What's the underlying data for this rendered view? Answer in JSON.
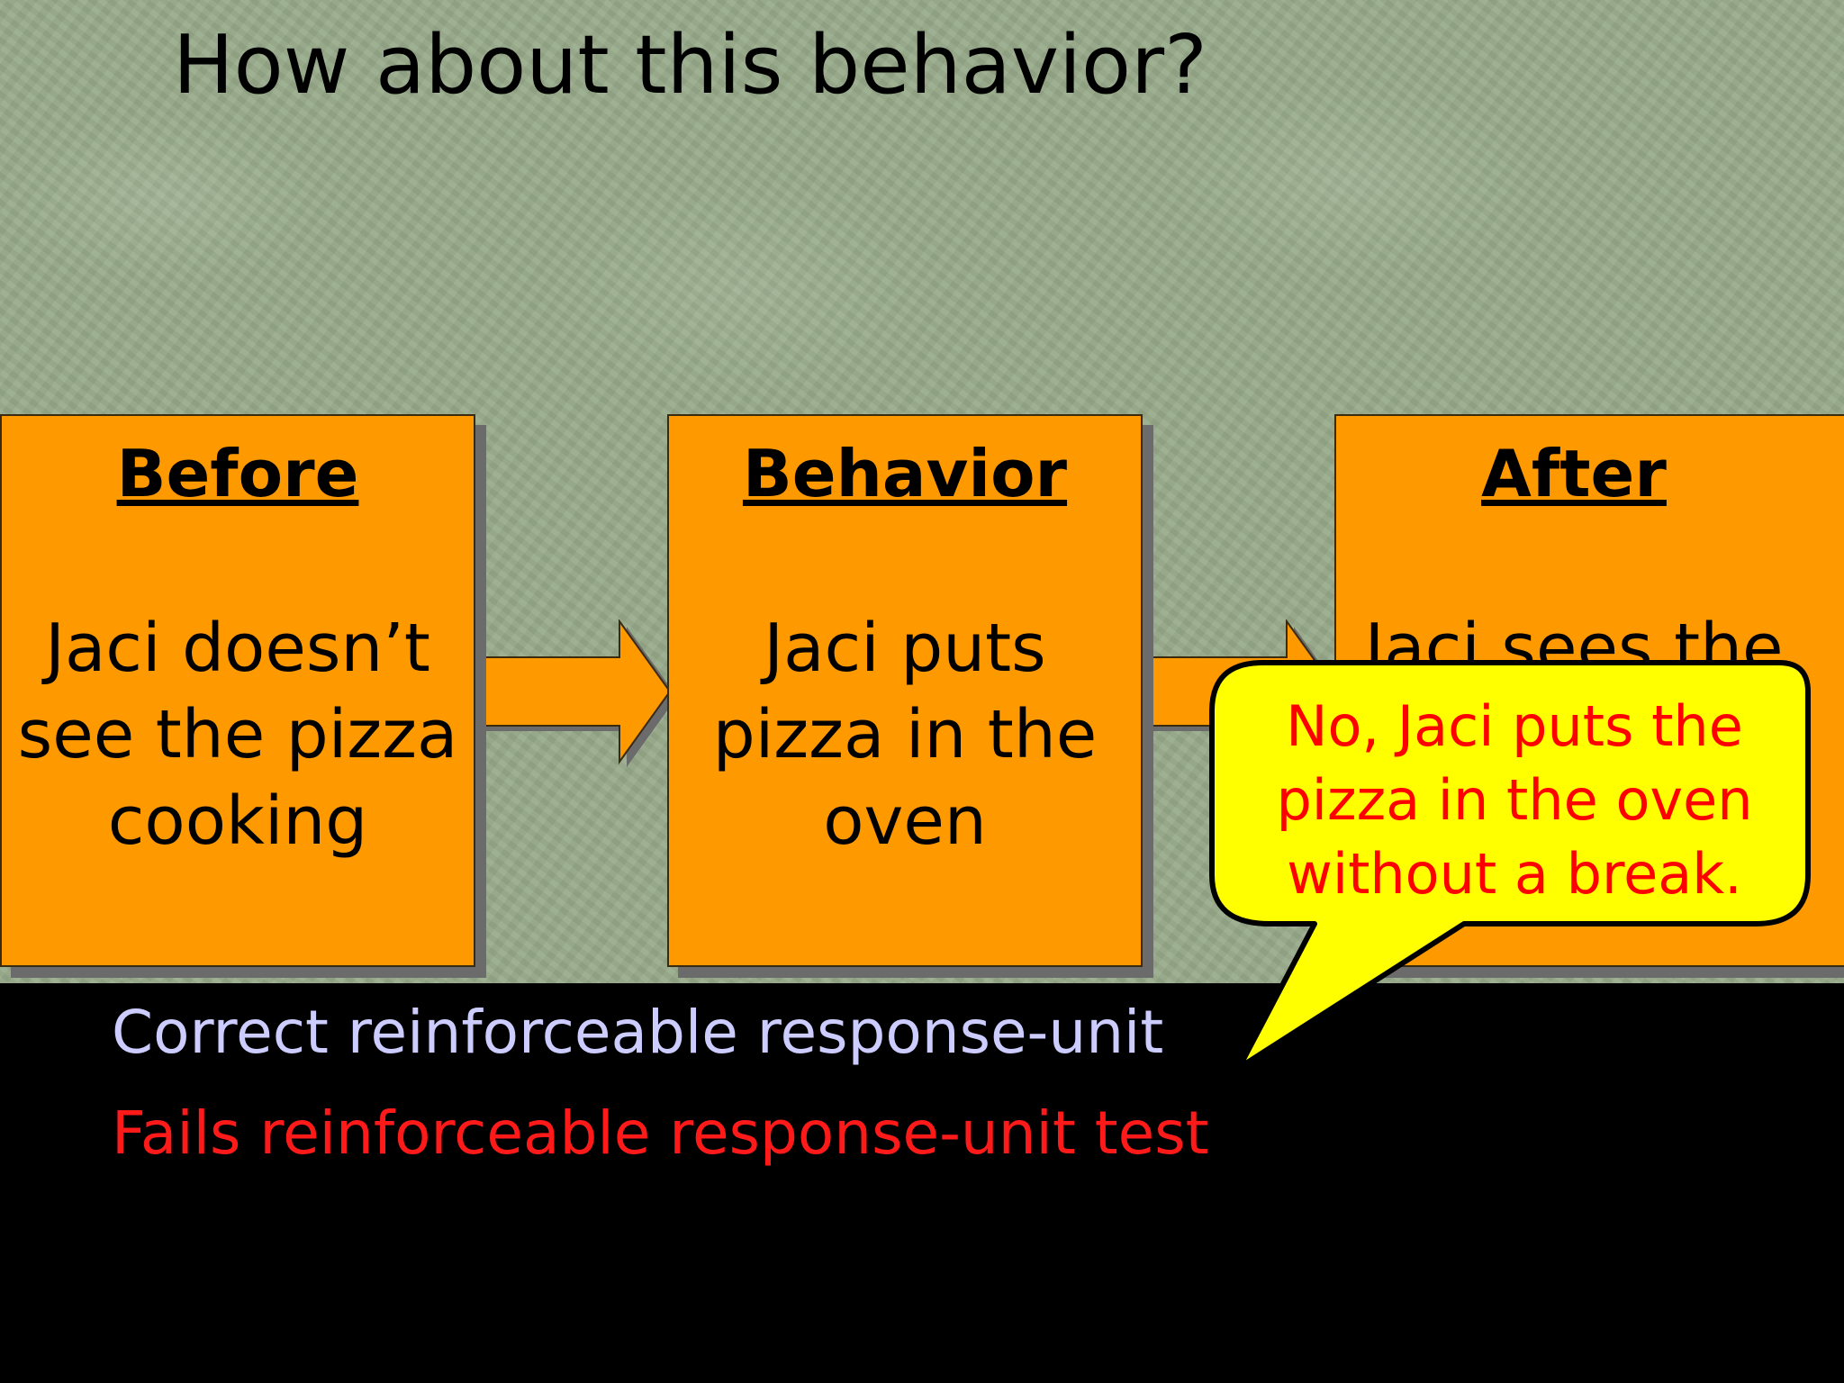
{
  "slide": {
    "title": "How about this behavior?",
    "colors": {
      "background": "#98ab8a",
      "box_fill": "#ff9900",
      "callout_fill": "#ffff00",
      "callout_text": "#ff0000",
      "legend_correct": "#ccccff",
      "legend_fails": "#ff1a1a"
    }
  },
  "diagram": {
    "before": {
      "heading": "Before",
      "text": "Jaci doesn’t see the pizza cooking"
    },
    "behavior": {
      "heading": "Behavior",
      "text": "Jaci puts pizza in the oven"
    },
    "after": {
      "heading": "After",
      "text": "Jaci sees the"
    },
    "callout": {
      "text": "No, Jaci puts the pizza in the oven without a break."
    }
  },
  "legend": {
    "correct": "Correct reinforceable response-unit",
    "fails": "Fails reinforceable response-unit test"
  }
}
